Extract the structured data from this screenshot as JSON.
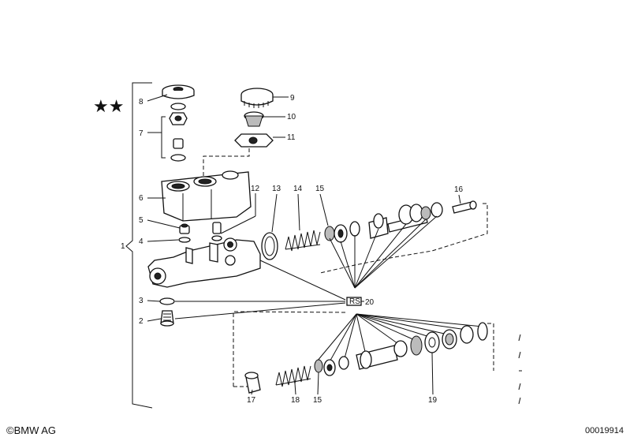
{
  "diagram": {
    "stars": "★★",
    "callouts": [
      "1",
      "2",
      "3",
      "4",
      "5",
      "6",
      "7",
      "8",
      "9",
      "10",
      "11",
      "12",
      "13",
      "14",
      "15",
      "16",
      "17",
      "18",
      "15",
      "19",
      "20"
    ],
    "repair_kit_box": "RS"
  },
  "footer": {
    "brand": "©BMW AG",
    "doc_number": "00019914"
  }
}
